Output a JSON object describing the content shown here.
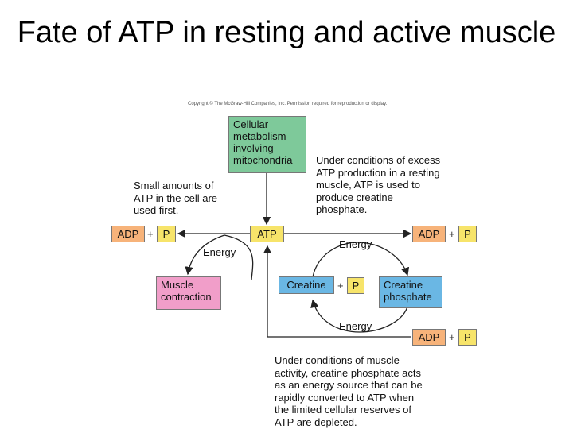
{
  "title": "Fate of ATP in resting and active muscle",
  "copyright": "Copyright © The McGraw-Hill Companies, Inc. Permission required for reproduction or display.",
  "boxes": {
    "cellular_metabolism": "Cellular metabolism involving mitochondria",
    "atp": "ATP",
    "adp": "ADP",
    "p": "P",
    "muscle_contraction": "Muscle contraction",
    "creatine": "Creatine",
    "creatine_phosphate": "Creatine phosphate"
  },
  "plus": "+",
  "energy": "Energy",
  "notes": {
    "small_amounts": "Small amounts of ATP in the cell are used first.",
    "resting": "Under conditions of excess ATP production in a resting muscle, ATP is used to produce creatine phosphate.",
    "active": "Under conditions of muscle activity, creatine phosphate acts as an energy source that can be rapidly converted to ATP when the limited cellular reserves of ATP are depleted."
  },
  "colors": {
    "green": "#7ec99a",
    "orange": "#f7b37a",
    "yellow": "#f7e46a",
    "pink": "#f19ec9",
    "blue": "#6ab7e4"
  }
}
